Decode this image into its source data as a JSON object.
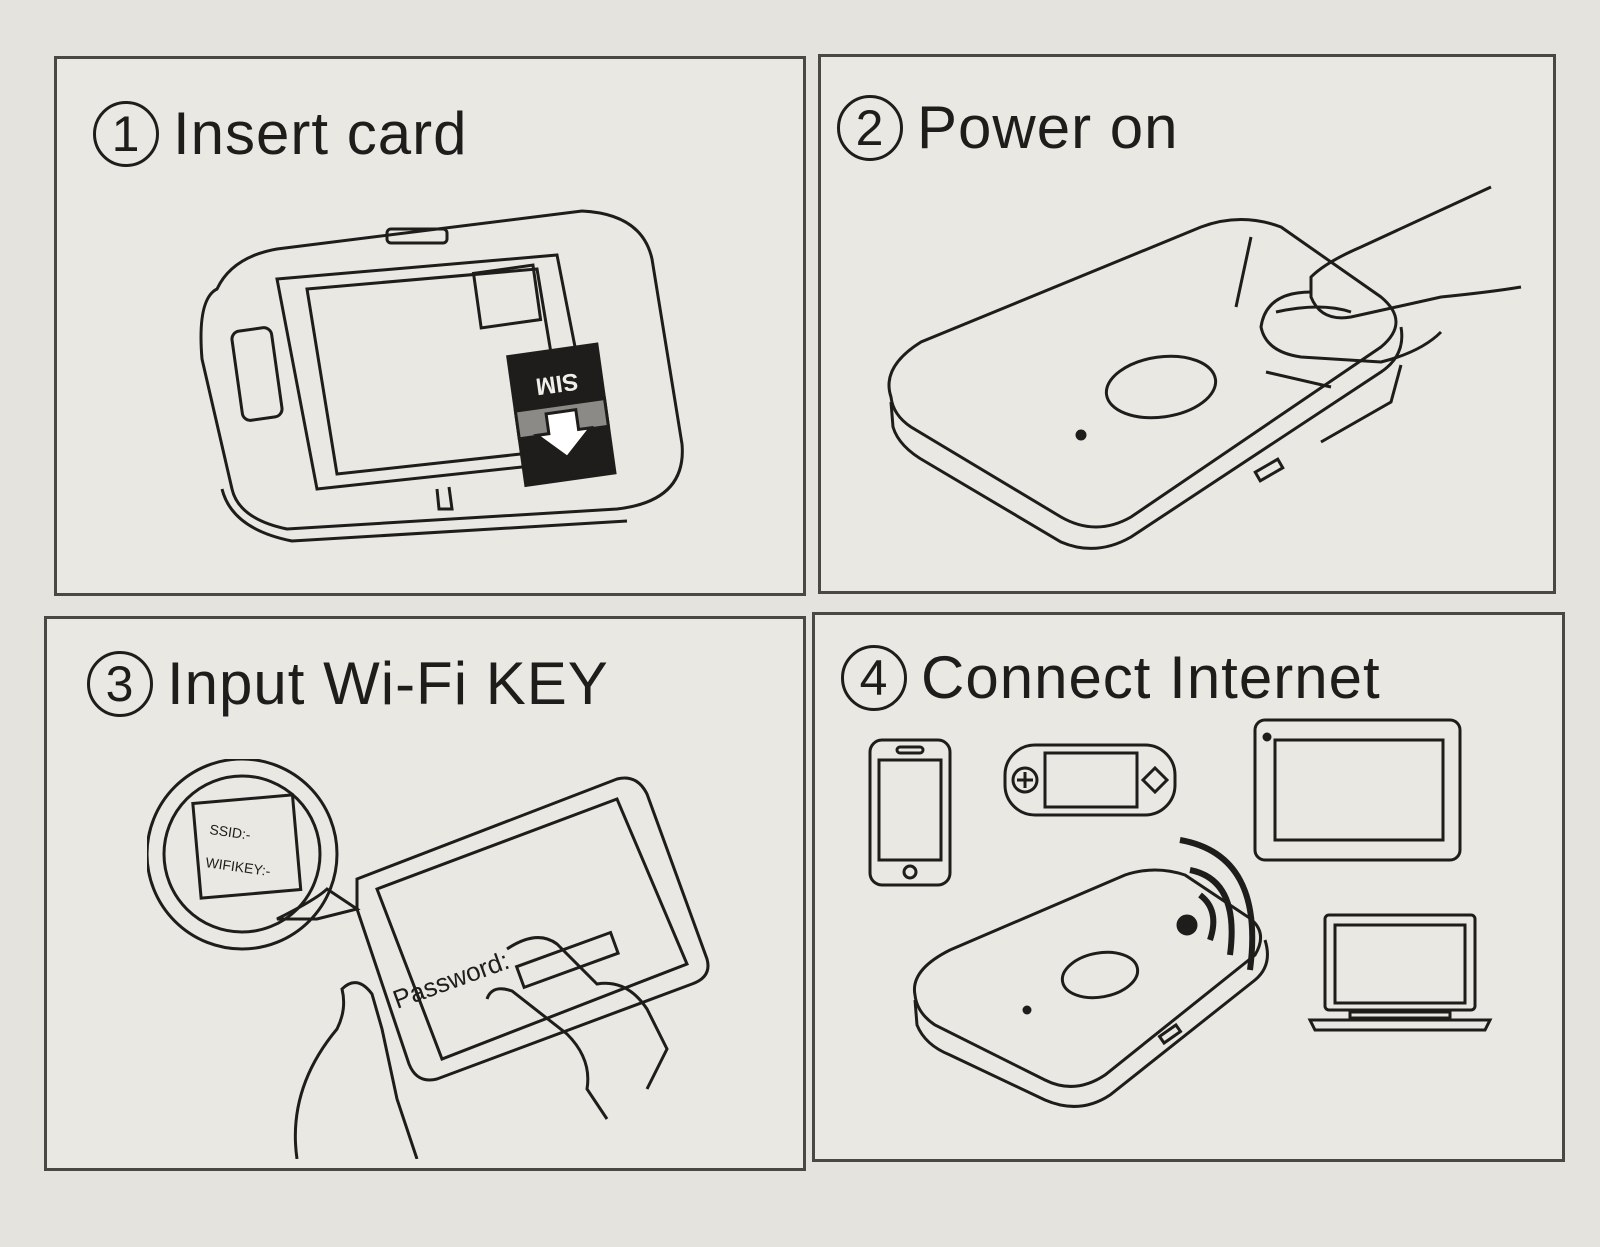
{
  "steps": [
    {
      "number": "1",
      "title": "Insert card",
      "illustration": "router-sim-slot-icon",
      "sim_label": "SIM"
    },
    {
      "number": "2",
      "title": "Power on",
      "illustration": "press-power-button-icon"
    },
    {
      "number": "3",
      "title": "Input Wi-Fi KEY",
      "illustration": "wifi-key-card-icon",
      "ssid_label": "SSID:-",
      "wifikey_label": "WIFIKEY:-",
      "password_label": "Password:"
    },
    {
      "number": "4",
      "title": "Connect Internet",
      "illustration": "devices-connect-icon"
    }
  ],
  "colors": {
    "ink": "#1e1d1b",
    "background": "#e4e3de",
    "border": "#4a4844"
  }
}
